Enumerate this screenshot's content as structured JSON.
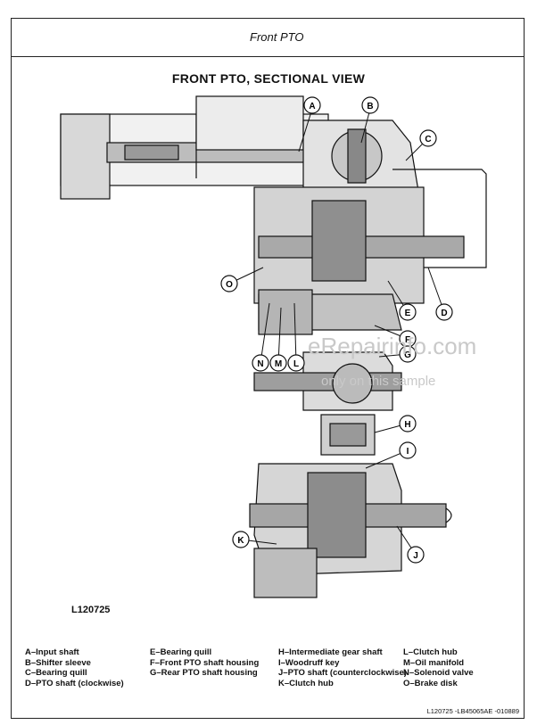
{
  "header": {
    "title": "Front PTO"
  },
  "figure": {
    "title": "FRONT PTO, SECTIONAL VIEW",
    "id_label": "L120725",
    "callouts": [
      "A",
      "B",
      "C",
      "D",
      "E",
      "F",
      "G",
      "H",
      "I",
      "J",
      "K",
      "L",
      "M",
      "N",
      "O"
    ]
  },
  "watermark": {
    "site": "eRepairinfo.com",
    "note": "only on this sample"
  },
  "legend": {
    "col1": [
      "A–Input shaft",
      "B–Shifter sleeve",
      "C–Bearing quill",
      "D–PTO shaft (clockwise)"
    ],
    "col2": [
      "E–Bearing quill",
      "F–Front PTO shaft housing",
      "G–Rear PTO shaft housing"
    ],
    "col3": [
      "H–Intermediate gear shaft",
      "I–Woodruff key",
      "J–PTO shaft (counterclockwise)",
      "K–Clutch hub"
    ],
    "col4": [
      "L–Clutch hub",
      "M–Oil manifold",
      "N–Solenoid valve",
      "O–Brake disk"
    ]
  },
  "footer": {
    "code": "L120725 -LB45065AE -010889"
  }
}
